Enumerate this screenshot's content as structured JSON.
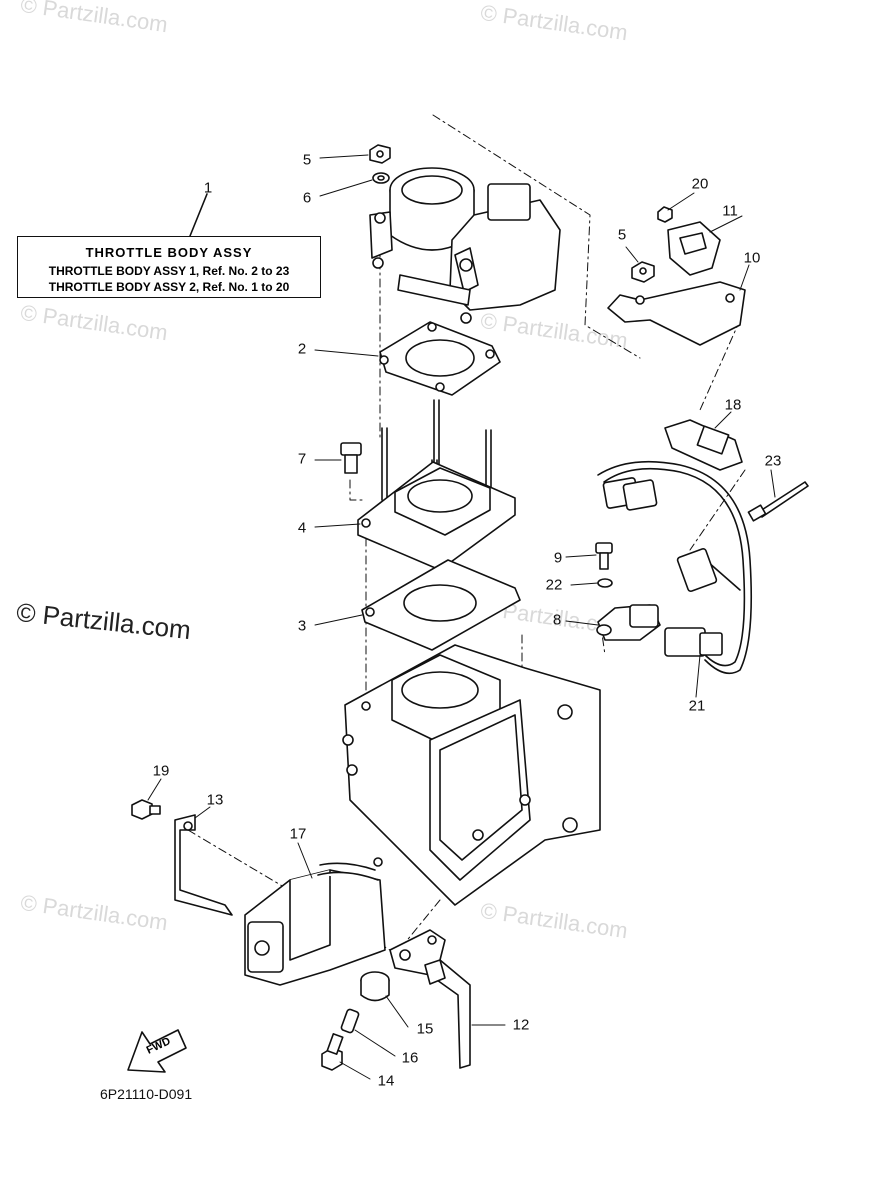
{
  "watermark": {
    "text": "© Partzilla.com",
    "prominent_text": "© Partzilla.com"
  },
  "legend": {
    "title": "THROTTLE BODY ASSY",
    "lines": [
      "THROTTLE BODY ASSY 1,  Ref. No. 2 to 23",
      "THROTTLE BODY ASSY 2,  Ref. No. 1 to 20"
    ]
  },
  "fwd_label": "FWD",
  "diagram_code": "6P21110-D091",
  "callouts": [
    "1",
    "2",
    "3",
    "4",
    "5",
    "5",
    "6",
    "7",
    "8",
    "9",
    "10",
    "11",
    "12",
    "13",
    "14",
    "15",
    "16",
    "17",
    "18",
    "19",
    "20",
    "21",
    "22",
    "23"
  ],
  "colors": {
    "line": "#111111",
    "watermark": "#d9d9d9"
  }
}
